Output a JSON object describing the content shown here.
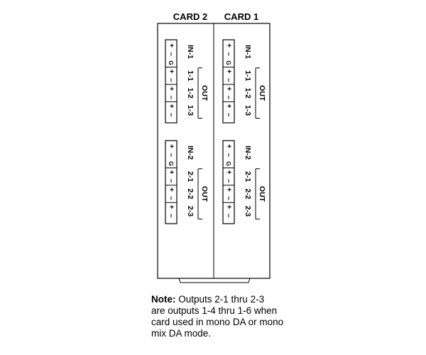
{
  "header": {
    "card2": "CARD 2",
    "card1": "CARD 1"
  },
  "cards": [
    {
      "id": "card-2",
      "groups": [
        {
          "id": "group-1",
          "in_label": "IN-1",
          "out_label": "OUT",
          "outputs": [
            "1-1",
            "1-2",
            "1-3"
          ]
        },
        {
          "id": "group-2",
          "in_label": "IN-2",
          "out_label": "OUT",
          "outputs": [
            "2-1",
            "2-2",
            "2-3"
          ]
        }
      ]
    },
    {
      "id": "card-1",
      "groups": [
        {
          "id": "group-1",
          "in_label": "IN-1",
          "out_label": "OUT",
          "outputs": [
            "1-1",
            "1-2",
            "1-3"
          ]
        },
        {
          "id": "group-2",
          "in_label": "IN-2",
          "out_label": "OUT",
          "outputs": [
            "2-1",
            "2-2",
            "2-3"
          ]
        }
      ]
    }
  ],
  "terminal_pins": [
    "+",
    "–",
    "G",
    "+",
    "–",
    "+",
    "–",
    "+",
    "–"
  ],
  "note": {
    "label": "Note:",
    "line1": "Outputs 2-1 thru 2-3",
    "line2": "are outputs 1-4 thru 1-6 when",
    "line3": "card used in mono DA or mono",
    "line4": "mix DA mode."
  }
}
